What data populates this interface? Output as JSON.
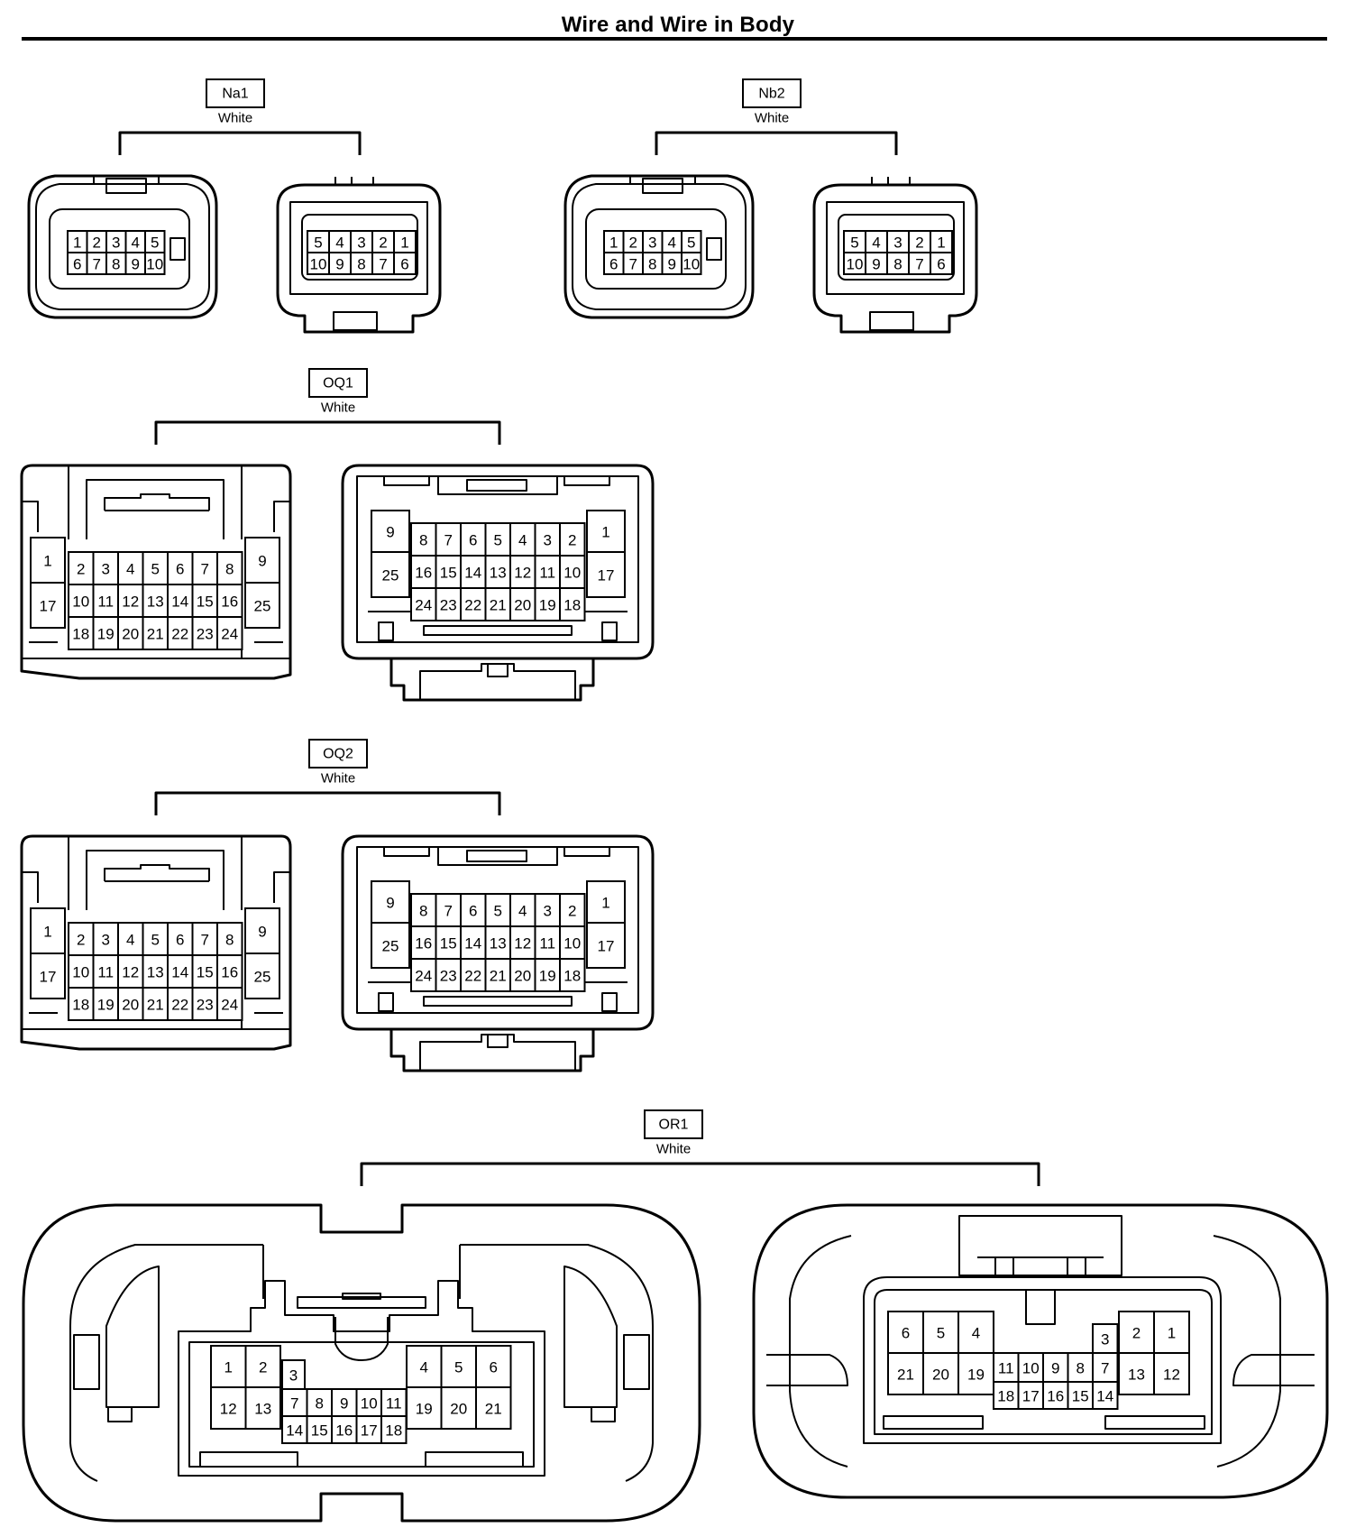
{
  "page_title": "Wire and Wire in Body",
  "connectors": [
    {
      "id": "Na1",
      "color": "White",
      "style": "small10",
      "left_view": {
        "rows": [
          [
            "1",
            "2",
            "3",
            "4",
            "5"
          ],
          [
            "6",
            "7",
            "8",
            "9",
            "10"
          ]
        ]
      },
      "right_view": {
        "rows": [
          [
            "5",
            "4",
            "3",
            "2",
            "1"
          ],
          [
            "10",
            "9",
            "8",
            "7",
            "6"
          ]
        ]
      }
    },
    {
      "id": "Nb2",
      "color": "White",
      "style": "small10",
      "left_view": {
        "rows": [
          [
            "1",
            "2",
            "3",
            "4",
            "5"
          ],
          [
            "6",
            "7",
            "8",
            "9",
            "10"
          ]
        ]
      },
      "right_view": {
        "rows": [
          [
            "5",
            "4",
            "3",
            "2",
            "1"
          ],
          [
            "10",
            "9",
            "8",
            "7",
            "6"
          ]
        ]
      }
    },
    {
      "id": "OQ1",
      "color": "White",
      "style": "medium25",
      "left_view": {
        "side_left": [
          "1",
          "17"
        ],
        "side_right": [
          "9",
          "25"
        ],
        "rows": [
          [
            "2",
            "3",
            "4",
            "5",
            "6",
            "7",
            "8"
          ],
          [
            "10",
            "11",
            "12",
            "13",
            "14",
            "15",
            "16"
          ],
          [
            "18",
            "19",
            "20",
            "21",
            "22",
            "23",
            "24"
          ]
        ]
      },
      "right_view": {
        "side_left": [
          "9",
          "25"
        ],
        "side_right": [
          "1",
          "17"
        ],
        "rows": [
          [
            "8",
            "7",
            "6",
            "5",
            "4",
            "3",
            "2"
          ],
          [
            "16",
            "15",
            "14",
            "13",
            "12",
            "11",
            "10"
          ],
          [
            "24",
            "23",
            "22",
            "21",
            "20",
            "19",
            "18"
          ]
        ]
      }
    },
    {
      "id": "OQ2",
      "color": "White",
      "style": "medium25",
      "left_view": {
        "side_left": [
          "1",
          "17"
        ],
        "side_right": [
          "9",
          "25"
        ],
        "rows": [
          [
            "2",
            "3",
            "4",
            "5",
            "6",
            "7",
            "8"
          ],
          [
            "10",
            "11",
            "12",
            "13",
            "14",
            "15",
            "16"
          ],
          [
            "18",
            "19",
            "20",
            "21",
            "22",
            "23",
            "24"
          ]
        ]
      },
      "right_view": {
        "side_left": [
          "9",
          "25"
        ],
        "side_right": [
          "1",
          "17"
        ],
        "rows": [
          [
            "8",
            "7",
            "6",
            "5",
            "4",
            "3",
            "2"
          ],
          [
            "16",
            "15",
            "14",
            "13",
            "12",
            "11",
            "10"
          ],
          [
            "24",
            "23",
            "22",
            "21",
            "20",
            "19",
            "18"
          ]
        ]
      }
    },
    {
      "id": "OR1",
      "color": "White",
      "style": "large21",
      "left_view": {
        "left_block": [
          [
            "1",
            "2"
          ],
          [
            "12",
            "13"
          ]
        ],
        "center_top": "3",
        "center_mid": [
          "7",
          "8",
          "9",
          "10",
          "11"
        ],
        "center_bottom": [
          "14",
          "15",
          "16",
          "17",
          "18"
        ],
        "right_block": [
          [
            "4",
            "5",
            "6"
          ],
          [
            "19",
            "20",
            "21"
          ]
        ]
      },
      "right_view": {
        "left_block": [
          [
            "6",
            "5",
            "4"
          ],
          [
            "21",
            "20",
            "19"
          ]
        ],
        "center_top": "3",
        "center_mid": [
          "11",
          "10",
          "9",
          "8",
          "7"
        ],
        "center_bottom": [
          "18",
          "17",
          "16",
          "15",
          "14"
        ],
        "right_block": [
          [
            "2",
            "1"
          ],
          [
            "13",
            "12"
          ]
        ]
      }
    }
  ]
}
